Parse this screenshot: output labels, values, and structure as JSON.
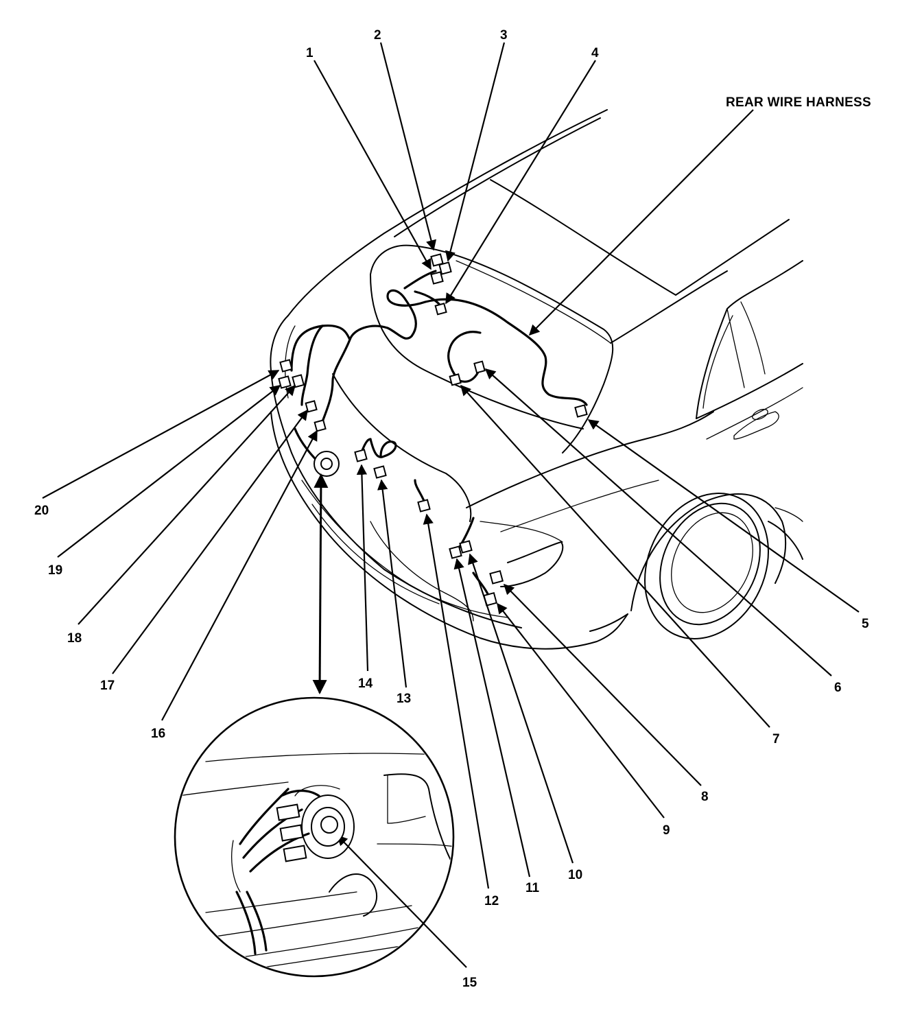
{
  "diagram": {
    "harness_label": "REAR WIRE HARNESS",
    "callouts": [
      {
        "id": "c1",
        "text": "1"
      },
      {
        "id": "c2",
        "text": "2"
      },
      {
        "id": "c3",
        "text": "3"
      },
      {
        "id": "c4",
        "text": "4"
      },
      {
        "id": "c5",
        "text": "5"
      },
      {
        "id": "c6",
        "text": "6"
      },
      {
        "id": "c7",
        "text": "7"
      },
      {
        "id": "c8",
        "text": "8"
      },
      {
        "id": "c9",
        "text": "9"
      },
      {
        "id": "c10",
        "text": "10"
      },
      {
        "id": "c11",
        "text": "11"
      },
      {
        "id": "c12",
        "text": "12"
      },
      {
        "id": "c13",
        "text": "13"
      },
      {
        "id": "c14",
        "text": "14"
      },
      {
        "id": "c15",
        "text": "15"
      },
      {
        "id": "c16",
        "text": "16"
      },
      {
        "id": "c17",
        "text": "17"
      },
      {
        "id": "c18",
        "text": "18"
      },
      {
        "id": "c19",
        "text": "19"
      },
      {
        "id": "c20",
        "text": "20"
      }
    ]
  }
}
